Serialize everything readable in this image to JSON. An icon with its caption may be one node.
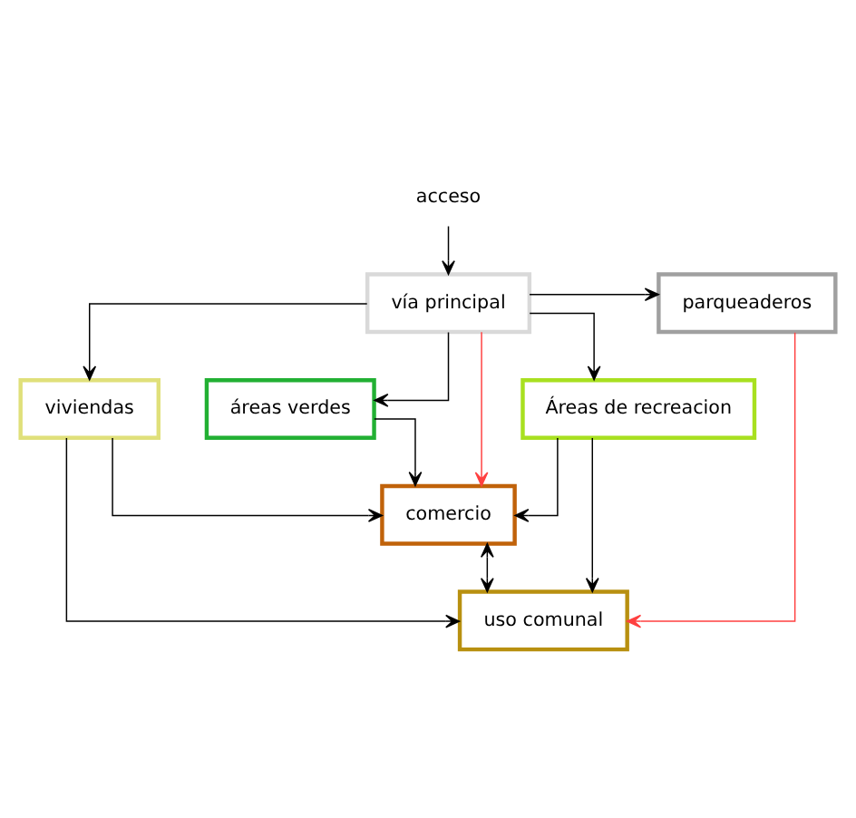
{
  "diagram": {
    "nodes": [
      {
        "text": [
          "acceso"
        ]
      },
      {
        "text": [
          "vía principal"
        ]
      },
      {
        "text": [
          "parqueaderos"
        ]
      },
      {
        "text": [
          "viviendas"
        ]
      },
      {
        "text": [
          "áreas verdes"
        ]
      },
      {
        "text": [
          "Áreas de recreacion"
        ]
      },
      {
        "text": [
          "comercio"
        ]
      },
      {
        "text": [
          "uso comunal"
        ]
      }
    ],
    "edges": [
      {
        "from": 0,
        "to": 1,
        "arrow": "to"
      },
      {
        "from": 1,
        "to": 2,
        "arrow": "to"
      },
      {
        "from": 1,
        "to": 3,
        "arrow": "to"
      },
      {
        "from": 1,
        "to": 4,
        "arrow": "to"
      },
      {
        "from": 1,
        "to": 5,
        "arrow": "to"
      },
      {
        "from": 1,
        "to": 6,
        "arrow": "to",
        "color": "#ff4040"
      },
      {
        "from": 2,
        "to": 7,
        "arrow": "to",
        "color": "#ff4040"
      },
      {
        "from": 3,
        "to": 6,
        "arrow": "to"
      },
      {
        "from": 3,
        "to": 7,
        "arrow": "to"
      },
      {
        "from": 4,
        "to": 6,
        "arrow": "to"
      },
      {
        "from": 5,
        "to": 6,
        "arrow": "to"
      },
      {
        "from": 5,
        "to": 7,
        "arrow": "to"
      },
      {
        "from": 6,
        "to": 7,
        "arrow": "both"
      }
    ]
  }
}
